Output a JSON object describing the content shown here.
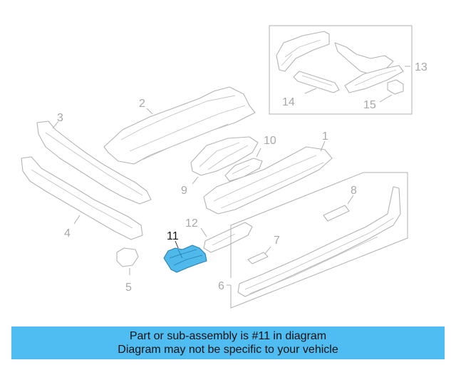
{
  "callouts": {
    "c1": "1",
    "c2": "2",
    "c3": "3",
    "c4": "4",
    "c5": "5",
    "c6": "6",
    "c7": "7",
    "c8": "8",
    "c9": "9",
    "c10": "10",
    "c11": "11",
    "c12": "12",
    "c13": "13",
    "c14": "14",
    "c15": "15"
  },
  "highlight_color": "#4fb9ec",
  "banner": {
    "line1": "Part or sub-assembly is #11 in diagram",
    "line2": "Diagram may not be specific to your vehicle",
    "background": "#4fbdf2"
  }
}
